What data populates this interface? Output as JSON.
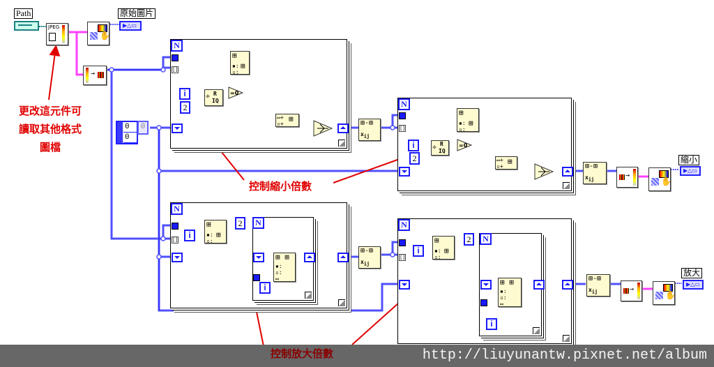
{
  "diagram": {
    "type": "LabVIEW block diagram",
    "inputs": {
      "path_label": "Path",
      "reader_node": "JPEG",
      "original_indicator_label": "原始圖片",
      "cluster_values": [
        "0",
        "0"
      ],
      "bundle_value": "0"
    },
    "outputs": {
      "shrink_indicator_label": "縮小",
      "enlarge_indicator_label": "放大"
    },
    "loops": {
      "loop_label": "N",
      "iteration_label": "i",
      "index_tunnel_label": "[]",
      "shrink_loop_1": {
        "divisor": "2",
        "quotient_label": "R",
        "quotient_sub": "IQ",
        "compare_label": "=0"
      },
      "shrink_loop_2": {
        "divisor": "2",
        "quotient_label": "R",
        "quotient_sub": "IQ",
        "compare_label": "=0"
      },
      "enlarge_loop_1": {
        "count": "2"
      },
      "enlarge_loop_2": {
        "count": "2"
      }
    },
    "annotations": {
      "reader_note_lines": [
        "更改這元件可",
        "讀取其他格式",
        "圖檔"
      ],
      "shrink_note": "控制縮小倍數",
      "enlarge_note": "控制放大倍數"
    },
    "footer": {
      "url": "http://liuyunantw.pixnet.net/album"
    },
    "colors": {
      "wire_array": "#1a1aff",
      "wire_image": "#ff40ff",
      "wire_path": "#1a8080",
      "annotation": "#e00000",
      "footer_bg": "#676767"
    }
  }
}
